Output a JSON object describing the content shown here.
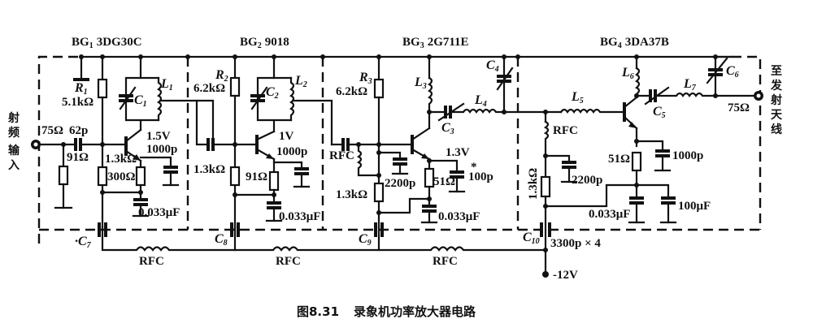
{
  "figure": {
    "caption_number": "图8.31",
    "caption_title": "录象机功率放大器电路"
  },
  "stages": [
    {
      "transistor": "BG",
      "sub": "1",
      "model": "3DG30C"
    },
    {
      "transistor": "BG",
      "sub": "2",
      "model": "9018"
    },
    {
      "transistor": "BG",
      "sub": "3",
      "model": "2G711E"
    },
    {
      "transistor": "BG",
      "sub": "4",
      "model": "3DA37B"
    }
  ],
  "input": {
    "label_chars": [
      "射",
      "频",
      "输",
      "入"
    ],
    "impedance": "75Ω"
  },
  "output": {
    "label_chars": [
      "至",
      "发",
      "射",
      "天",
      "线"
    ],
    "impedance": "75Ω"
  },
  "stage1": {
    "r1_name": "R",
    "r1_sub": "1",
    "r1_value": "5.1kΩ",
    "c1_name": "C",
    "c1_sub": "1",
    "l1_name": "L",
    "l1_sub": "1",
    "c_in": "62p",
    "r_in": "91Ω",
    "r_base": "1.3kΩ",
    "r_emit": "300Ω",
    "v_emit": "1.5V",
    "c_emit": "1000p",
    "c_bypass": "0.033μF",
    "c7_name": "C",
    "c7_sub": "7"
  },
  "stage2": {
    "r2_name": "R",
    "r2_sub": "2",
    "r2_value": "6.2kΩ",
    "c2_name": "C",
    "c2_sub": "2",
    "l2_name": "L",
    "l2_sub": "2",
    "r_base": "1.3kΩ",
    "r_emit": "91Ω",
    "v_emit": "1V",
    "c_emit": "1000p",
    "c_bypass": "0.033μF",
    "c8_name": "C",
    "c8_sub": "8"
  },
  "stage3": {
    "r3_name": "R",
    "r3_sub": "3",
    "r3_value": "6.2kΩ",
    "l3_name": "L",
    "l3_sub": "3",
    "c3_name": "C",
    "c3_sub": "3",
    "l4_name": "L",
    "l4_sub": "4",
    "c4_name": "C",
    "c4_sub": "4",
    "rfc": "RFC",
    "c_base": "2200p",
    "r_base": "1.3kΩ",
    "r_emit": "51Ω",
    "v_emit": "1.3V",
    "c_emit": "100p",
    "c_emit_mark": "*",
    "c_bypass": "0.033μF",
    "c9_name": "C",
    "c9_sub": "9"
  },
  "stage4": {
    "l5_name": "L",
    "l5_sub": "5",
    "l6_name": "L",
    "l6_sub": "6",
    "l7_name": "L",
    "l7_sub": "7",
    "c5_name": "C",
    "c5_sub": "5",
    "c6_name": "C",
    "c6_sub": "6",
    "rfc": "RFC",
    "c_base": "2200p",
    "r_base": "1.3kΩ",
    "r_emit": "51Ω",
    "c_emit": "1000p",
    "c_bypass": "0.033μF",
    "c_electrolytic": "100μF",
    "c10_name": "C",
    "c10_sub": "10",
    "c10_value": "3300p × 4"
  },
  "supply": {
    "rfc_labels": [
      "RFC",
      "RFC",
      "RFC"
    ],
    "voltage": "-12V"
  }
}
